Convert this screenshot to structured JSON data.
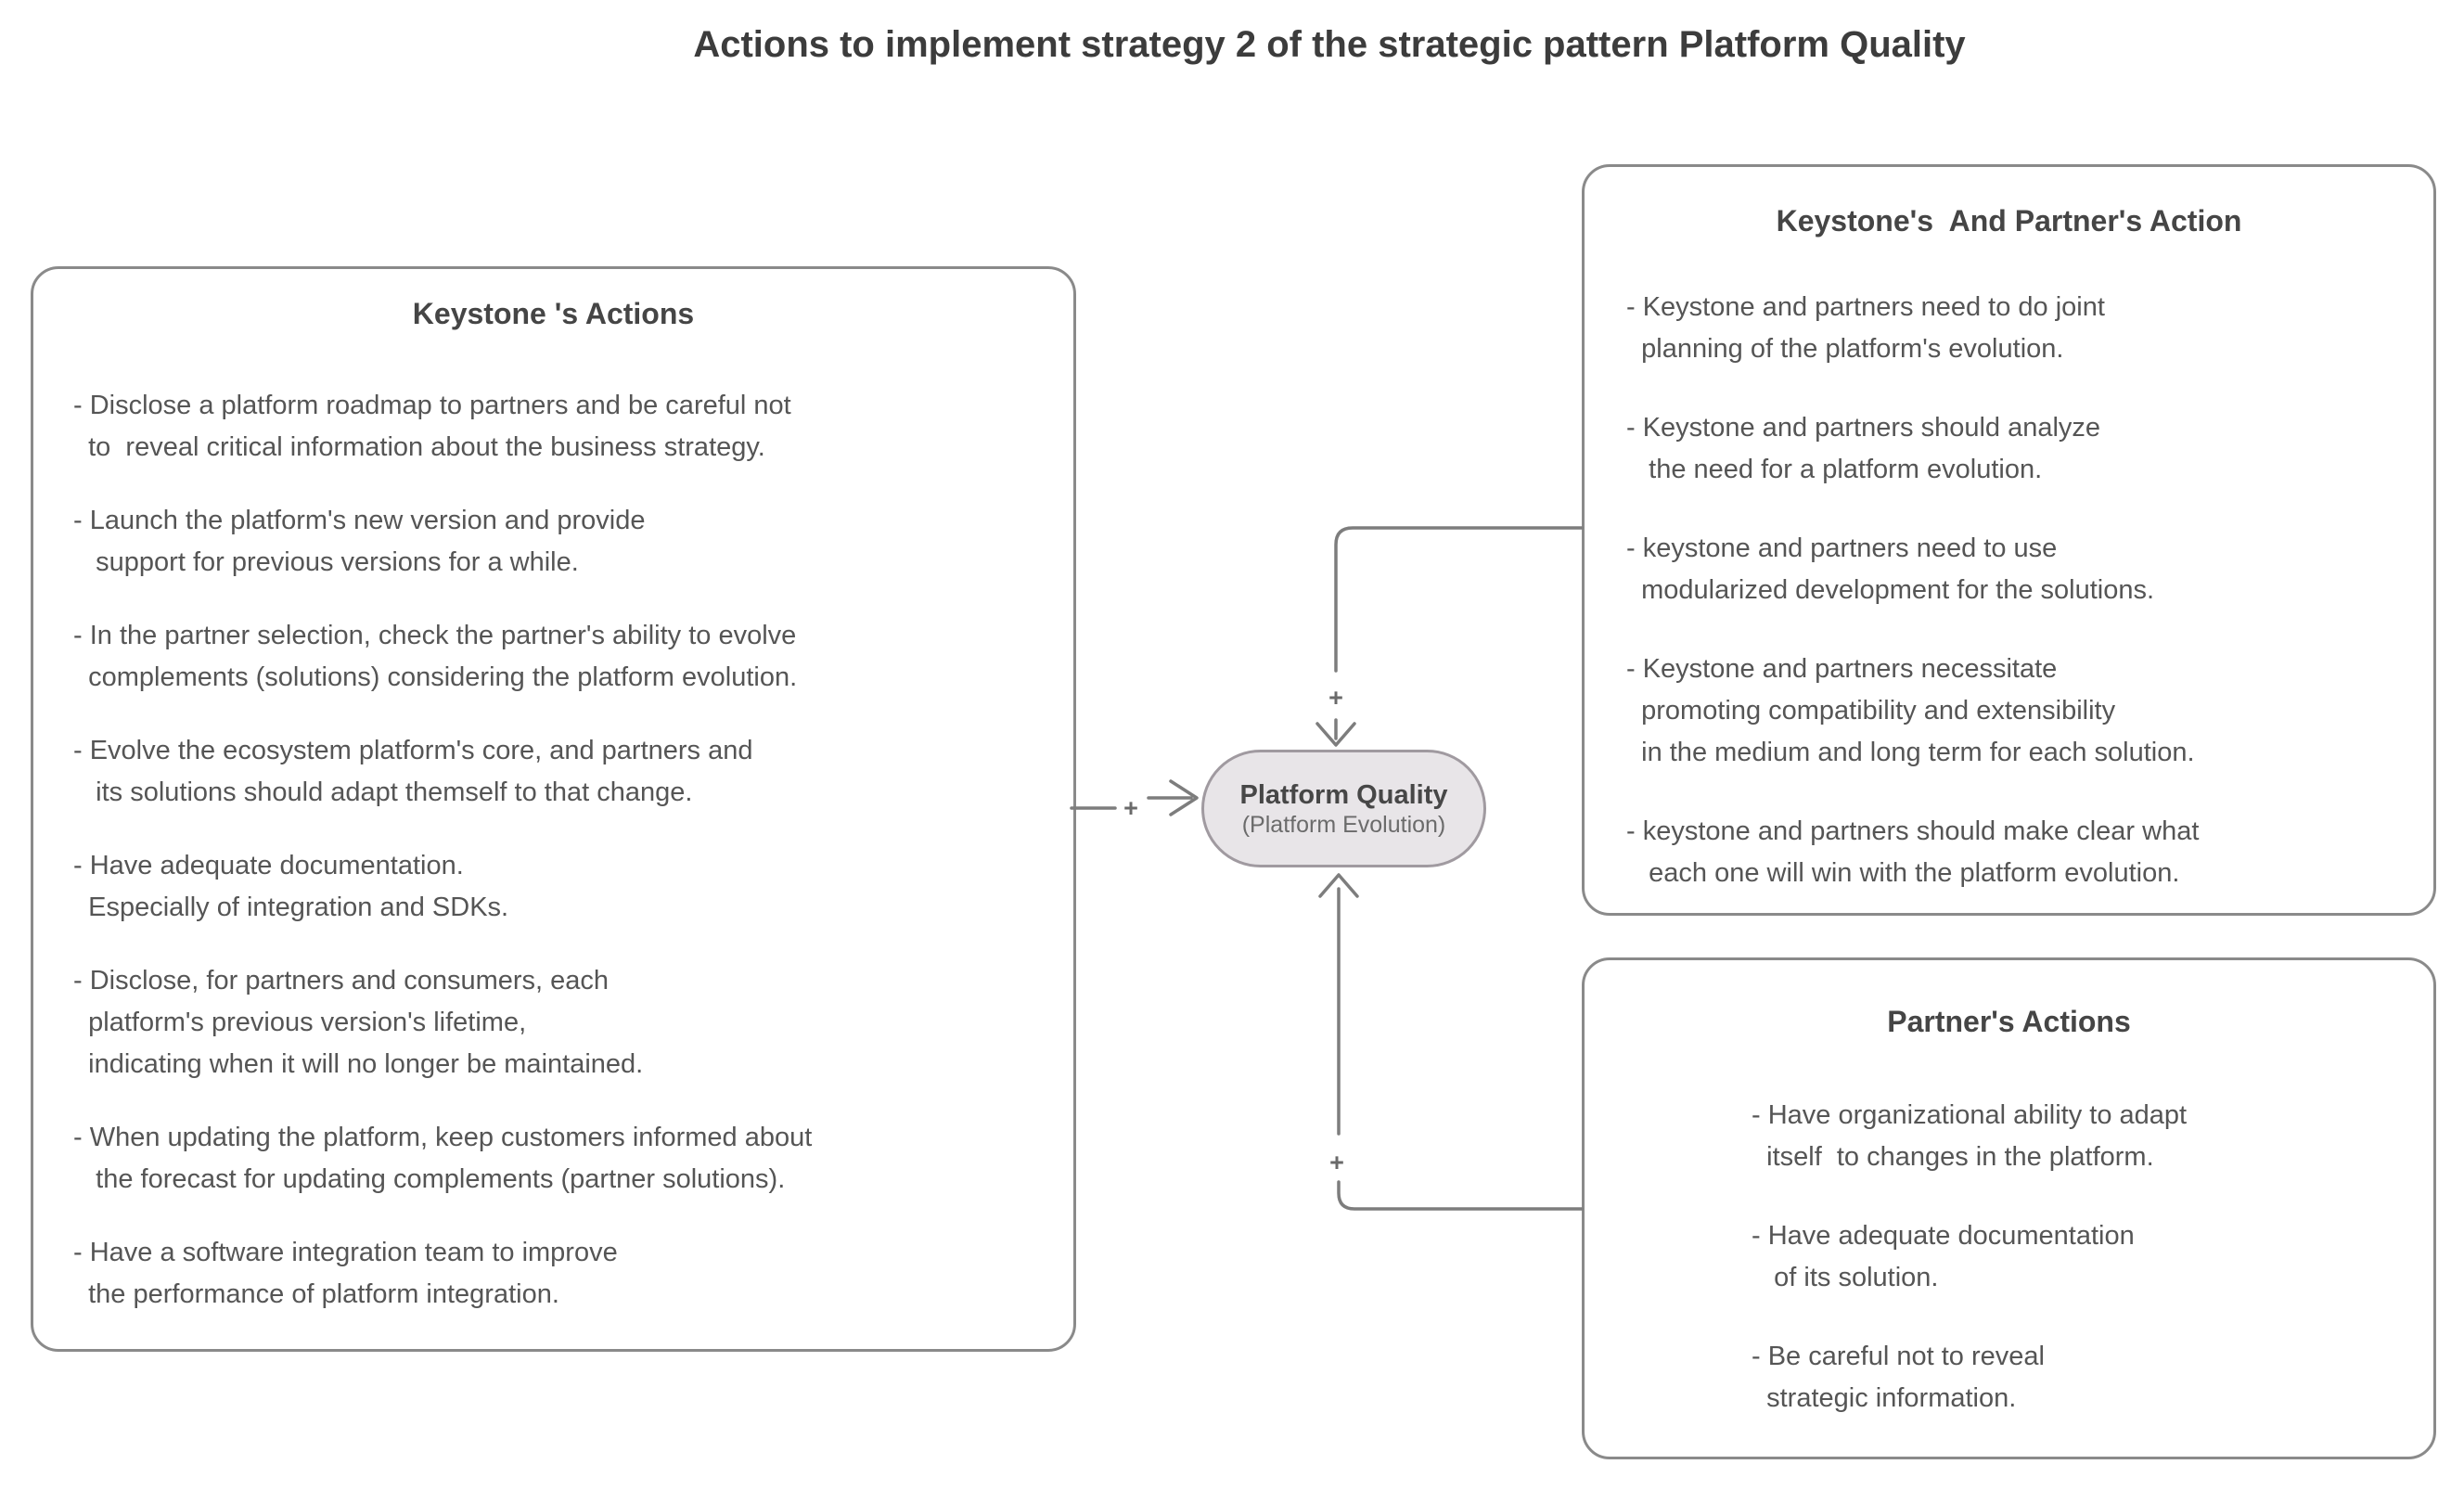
{
  "title": "Actions to implement strategy 2 of the strategic pattern Platform Quality",
  "boxes": {
    "keystone": {
      "title": "Keystone 's Actions",
      "items": [
        "- Disclose a platform roadmap to partners and be careful not\n  to  reveal critical information about the business strategy.",
        "- Launch the platform's new version and provide\n   support for previous versions for a while.",
        "- In the partner selection, check the partner's ability to evolve\n  complements (solutions) considering the platform evolution.",
        "- Evolve the ecosystem platform's core, and partners and\n   its solutions should adapt themself to that change.",
        "- Have adequate documentation.\n  Especially of integration and SDKs.",
        "- Disclose, for partners and consumers, each\n  platform's previous version's lifetime,\n  indicating when it will no longer be maintained.",
        "- When updating the platform, keep customers informed about\n   the forecast for updating complements (partner solutions).",
        "- Have a software integration team to improve\n  the performance of platform integration."
      ]
    },
    "keystone_partner": {
      "title": "Keystone's  And Partner's Action",
      "items": [
        "- Keystone and partners need to do joint\n  planning of the platform's evolution.",
        "- Keystone and partners should analyze\n   the need for a platform evolution.",
        "- keystone and partners need to use\n  modularized development for the solutions.",
        "- Keystone and partners necessitate\n  promoting compatibility and extensibility\n  in the medium and long term for each solution.",
        "- keystone and partners should make clear what\n   each one will win with the platform evolution."
      ]
    },
    "partner": {
      "title": "Partner's Actions",
      "items": [
        "- Have organizational ability to adapt\n  itself  to changes in the platform.",
        "- Have adequate documentation\n   of its solution.",
        "- Be careful not to reveal\n  strategic information."
      ]
    }
  },
  "node": {
    "title": "Platform Quality",
    "subtitle": "(Platform Evolution)"
  },
  "connectors": {
    "left_plus": "+",
    "top_plus": "+",
    "bottom_plus": "+"
  },
  "colors": {
    "node_fill": "#e8e5e8",
    "node_border": "#a09aa0",
    "box_border": "#8a8a8a",
    "connector_line": "#7d7d7d",
    "text": "#555555",
    "title_text": "#3c3c3c"
  }
}
